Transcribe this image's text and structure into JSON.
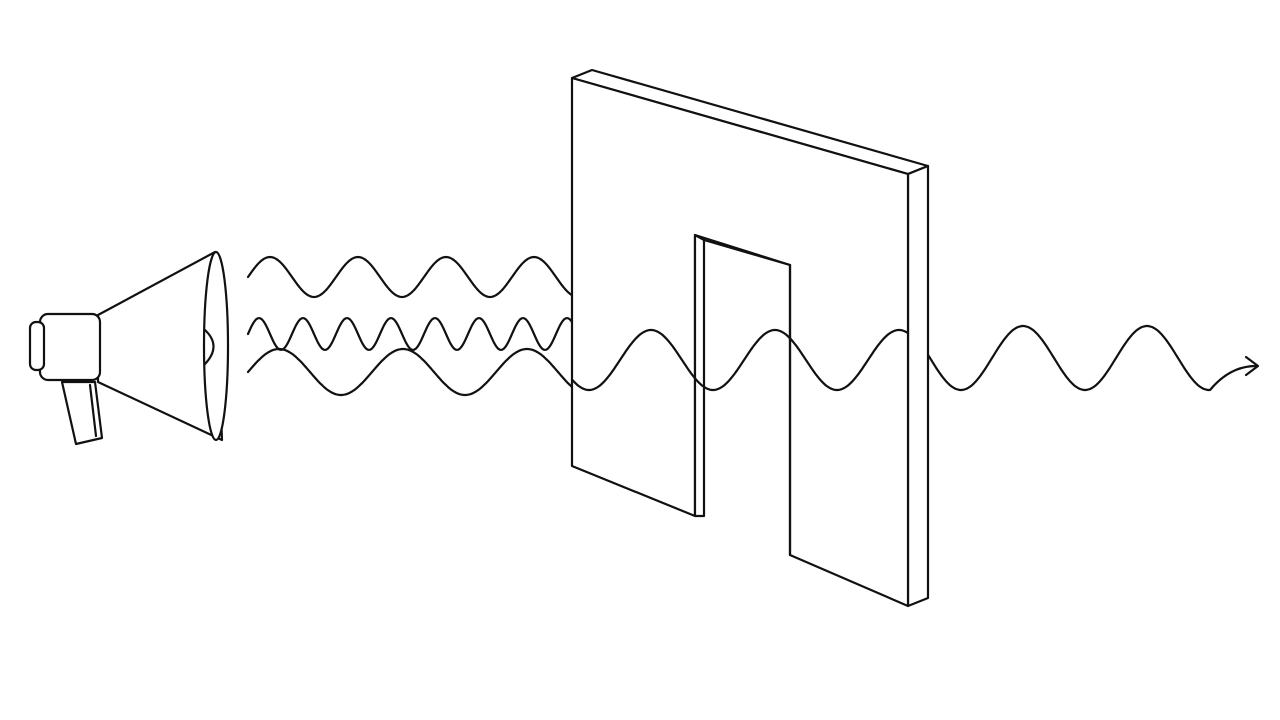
{
  "diagram": {
    "background_color": "#ffffff",
    "line_color": "#111111",
    "fill_color": "#ffffff",
    "elements": {
      "source": "megaphone-icon",
      "barrier": "wall-with-doorway",
      "waves": [
        {
          "name": "blocked-wave-short",
          "passes_barrier": false
        },
        {
          "name": "blocked-wave-medium",
          "passes_barrier": false
        },
        {
          "name": "transmitted-wave-long",
          "passes_barrier": true
        }
      ],
      "direction_marker": "arrow-right-icon"
    }
  }
}
